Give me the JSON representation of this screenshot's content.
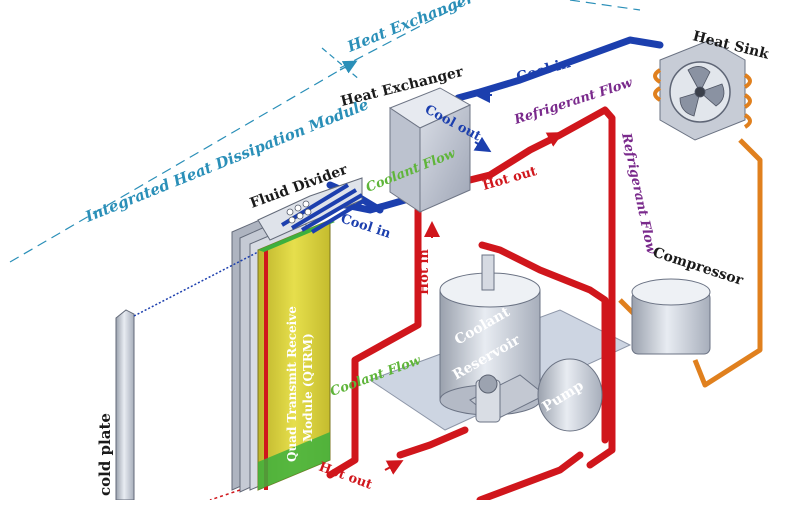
{
  "labels": {
    "heat_exchanger_top": "Heat Exchanger",
    "heat_exchanger": "Heat Exchanger",
    "integrated_module": "Integrated Heat Dissipation Module",
    "heat_sink": "Heat Sink",
    "fluid_divider": "Fluid Divider",
    "cool_in_top": "Cool in",
    "cool_in_left": "Cool in",
    "cool_out": "Cool out",
    "hot_out_top": "Hot out",
    "hot_out_bottom": "Hot out",
    "hot_in": "Hot in",
    "coolant_flow_top": "Coolant Flow",
    "coolant_flow_mid": "Coolant Flow",
    "refrigerant_flow_top": "Refrigerant Flow",
    "refrigerant_flow_side": "Refrigerant Flow",
    "compressor": "Compressor",
    "coolant_reservoir_1": "Coolant",
    "coolant_reservoir_2": "Reservoir",
    "pump": "Pump",
    "qtrm_1": "Quad Transmit Receive",
    "qtrm_2": "Module (QTRM)",
    "cold_plate": "cold plate"
  },
  "colors": {
    "coolant_hot": "#d0161c",
    "coolant_cold": "#1c3fae",
    "refrigerant": "#e0801e",
    "module": "#d8d43a",
    "dimension_line": "#2a8fb8"
  },
  "icons": [
    "fan-icon",
    "arrow-icon"
  ]
}
